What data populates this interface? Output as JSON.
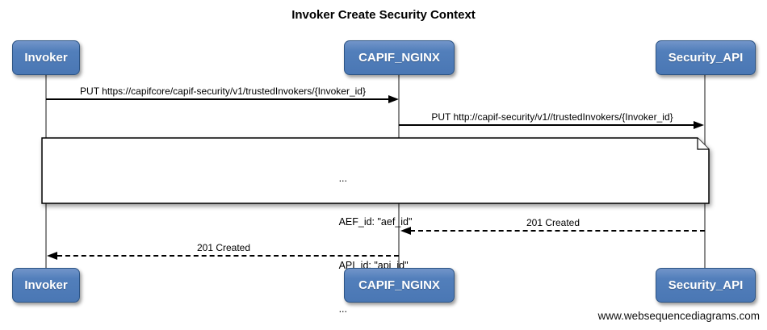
{
  "title": "Invoker Create Security Context",
  "actors": [
    {
      "label": "Invoker"
    },
    {
      "label": "CAPIF_NGINX"
    },
    {
      "label": "Security_API"
    }
  ],
  "messages": [
    {
      "label": "PUT https://capifcore/capif-security/v1/trustedInvokers/{Invoker_id}",
      "type": "solid",
      "from": "Invoker",
      "to": "CAPIF_NGINX"
    },
    {
      "label": "PUT http://capif-security/v1//trustedInvokers/{Invoker_id}",
      "type": "solid",
      "from": "CAPIF_NGINX",
      "to": "Security_API"
    },
    {
      "label": "201 Created",
      "type": "dashed",
      "from": "Security_API",
      "to": "CAPIF_NGINX"
    },
    {
      "label": "201 Created",
      "type": "dashed",
      "from": "CAPIF_NGINX",
      "to": "Invoker"
    }
  ],
  "note": {
    "lines": [
      "...",
      "AEF_id: \"aef_id\"",
      "API_id: \"api_id\"",
      "..."
    ]
  },
  "footer": "www.websequencediagrams.com",
  "colors": {
    "actor_fill": "#4a77b4",
    "actor_fill_highlight": "#7295c9",
    "actor_border": "#2d5484",
    "actor_text": "#ffffff",
    "lifeline": "#8a8a8a",
    "line": "#000000",
    "note_fill": "#ffffff",
    "background": "#ffffff"
  }
}
